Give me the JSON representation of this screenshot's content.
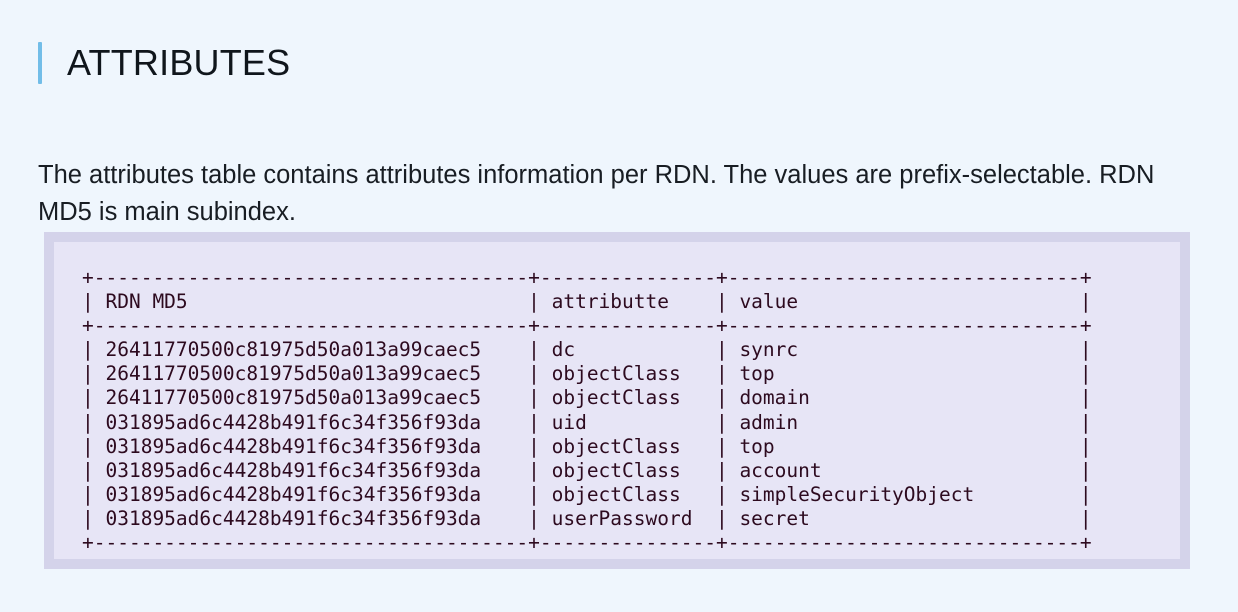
{
  "heading": {
    "accent_color": "#72bde8",
    "title": "ATTRIBUTES"
  },
  "description": "The attributes table contains attributes information per RDN. The values are prefix-selectable. RDN MD5 is main subindex.",
  "code_block": {
    "background": "#e7e5f6",
    "border_color": "#d4d3ea",
    "text_color": "#2d0a1f",
    "table": {
      "type": "ascii-table",
      "columns": [
        {
          "header": "RDN MD5",
          "width": 37
        },
        {
          "header": "attributte",
          "width": 15
        },
        {
          "header": "value",
          "width": 30
        }
      ],
      "rows": [
        [
          "26411770500c81975d50a013a99caec5",
          "dc",
          "synrc"
        ],
        [
          "26411770500c81975d50a013a99caec5",
          "objectClass",
          "top"
        ],
        [
          "26411770500c81975d50a013a99caec5",
          "objectClass",
          "domain"
        ],
        [
          "031895ad6c4428b491f6c34f356f93da",
          "uid",
          "admin"
        ],
        [
          "031895ad6c4428b491f6c34f356f93da",
          "objectClass",
          "top"
        ],
        [
          "031895ad6c4428b491f6c34f356f93da",
          "objectClass",
          "account"
        ],
        [
          "031895ad6c4428b491f6c34f356f93da",
          "objectClass",
          "simpleSecurityObject"
        ],
        [
          "031895ad6c4428b491f6c34f356f93da",
          "userPassword",
          "secret"
        ]
      ]
    }
  }
}
